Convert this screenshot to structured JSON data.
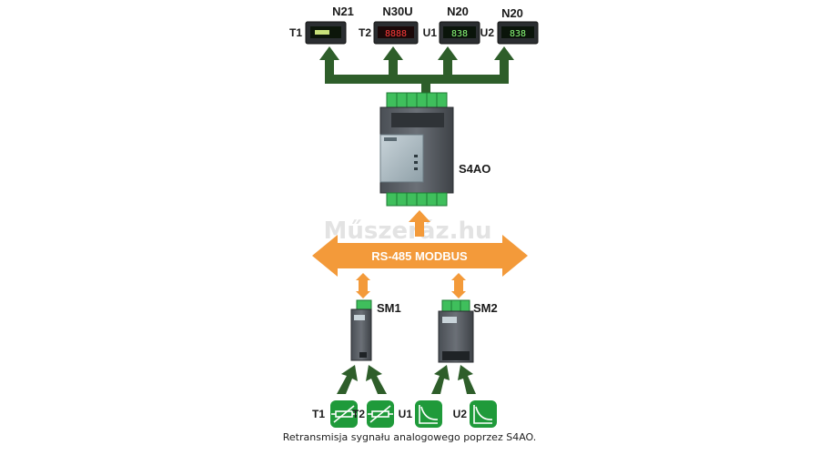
{
  "meters": [
    {
      "model": "N21",
      "input": "T1"
    },
    {
      "model": "N30U",
      "input": "T2"
    },
    {
      "model": "N20",
      "input": "U1"
    },
    {
      "model": "N20",
      "input": "U2"
    }
  ],
  "converter": {
    "name": "S4AO"
  },
  "bus": {
    "label": "RS-485 MODBUS"
  },
  "modules": [
    {
      "name": "SM1"
    },
    {
      "name": "SM2"
    }
  ],
  "sensors": [
    {
      "label": "T1",
      "type": "thermistor-icon"
    },
    {
      "label": "T2",
      "type": "thermistor-icon"
    },
    {
      "label": "U1",
      "type": "voltage-curve-icon"
    },
    {
      "label": "U2",
      "type": "voltage-curve-icon"
    }
  ],
  "watermark": "Műszeráz.hu",
  "caption": "Retransmisja sygnału analogowego poprzez S4AO.",
  "colors": {
    "green_arrow": "#2e5e2a",
    "orange_bus": "#f39a3a",
    "sensor_green": "#1f9a3a"
  }
}
